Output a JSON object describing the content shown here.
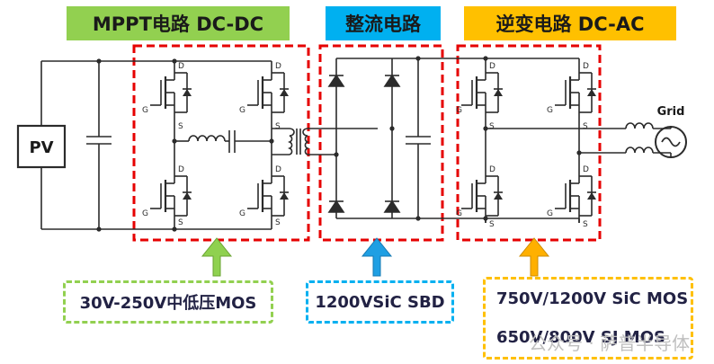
{
  "headers": {
    "mppt": "MPPT电路 DC-DC",
    "rect": "整流电路",
    "inv": "逆变电路 DC-AC"
  },
  "colors": {
    "mppt_bg": "#92d050",
    "rect_bg": "#00b0f0",
    "inv_bg": "#ffc000",
    "dashed_red": "#e60000",
    "line": "#2b2b2b",
    "arrow_green": "#8fd14f",
    "arrow_blue": "#1f9fe3",
    "arrow_orange": "#ffb000"
  },
  "pv_label": "PV",
  "grid_label": "Grid",
  "pin_labels": {
    "drain": "D",
    "source": "S",
    "gate": "G"
  },
  "boxes": {
    "mppt": "30V-250V中低压MOS",
    "rect": "1200VSiC SBD",
    "inv_line1": "750V/1200V SiC MOS",
    "inv_line2": "650V/800V SJ MOS"
  },
  "watermark": "公众号 · 萨普半导体"
}
